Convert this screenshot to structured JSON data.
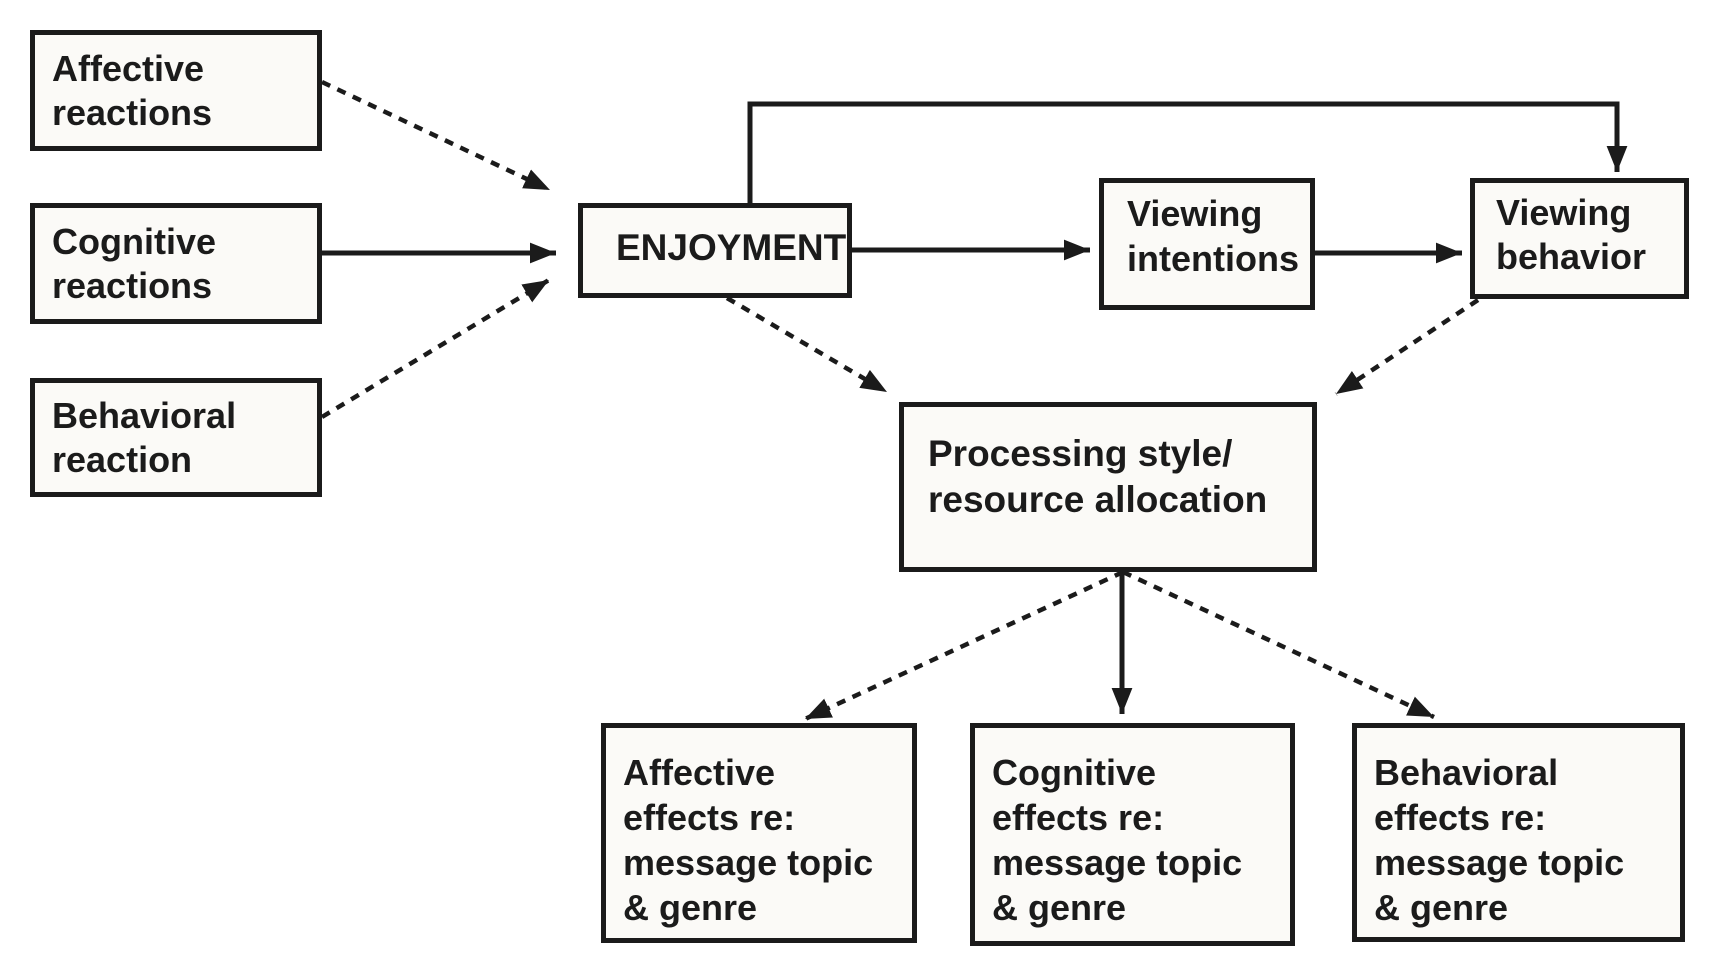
{
  "diagram": {
    "colors": {
      "background": "#ffffff",
      "stroke": "#1b1b1b",
      "box_fill": "#fbfaf7"
    },
    "nodes": {
      "affective_reactions": {
        "label": "Affective reactions",
        "lines": [
          "Affective",
          "reactions"
        ]
      },
      "cognitive_reactions": {
        "label": "Cognitive reactions",
        "lines": [
          "Cognitive",
          "reactions"
        ]
      },
      "behavioral_reaction": {
        "label": "Behavioral reaction",
        "lines": [
          "Behavioral",
          "reaction"
        ]
      },
      "enjoyment": {
        "label": "ENJOYMENT",
        "lines": [
          "ENJOYMENT"
        ]
      },
      "viewing_intentions": {
        "label": "Viewing intentions",
        "lines": [
          "Viewing",
          "intentions"
        ]
      },
      "viewing_behavior": {
        "label": "Viewing behavior",
        "lines": [
          "Viewing",
          "behavior"
        ]
      },
      "processing_style": {
        "label": "Processing style/ resource allocation",
        "lines": [
          "Processing style/",
          "resource allocation"
        ]
      },
      "affective_effects": {
        "label": "Affective effects re: message topic & genre",
        "lines": [
          "Affective",
          "effects re:",
          "message topic",
          "& genre"
        ]
      },
      "cognitive_effects": {
        "label": "Cognitive effects re: message topic & genre",
        "lines": [
          "Cognitive",
          "effects re:",
          "message topic",
          "& genre"
        ]
      },
      "behavioral_effects": {
        "label": "Behavioral effects re: message topic & genre",
        "lines": [
          "Behavioral",
          "effects re:",
          "message topic",
          "& genre"
        ]
      }
    },
    "edges": [
      {
        "from": "affective_reactions",
        "to": "enjoyment",
        "line": "dashed",
        "arrow": "end"
      },
      {
        "from": "cognitive_reactions",
        "to": "enjoyment",
        "line": "solid",
        "arrow": "end"
      },
      {
        "from": "behavioral_reaction",
        "to": "enjoyment",
        "line": "dashed",
        "arrow": "end"
      },
      {
        "from": "enjoyment",
        "to": "viewing_intentions",
        "line": "solid",
        "arrow": "end"
      },
      {
        "from": "viewing_intentions",
        "to": "viewing_behavior",
        "line": "solid",
        "arrow": "end"
      },
      {
        "from": "enjoyment",
        "to": "viewing_behavior",
        "line": "solid",
        "arrow": "end",
        "route": "over-top"
      },
      {
        "from": "enjoyment",
        "to": "processing_style",
        "line": "dashed",
        "arrow": "end"
      },
      {
        "from": "viewing_behavior",
        "to": "processing_style",
        "line": "dashed",
        "arrow": "end"
      },
      {
        "from": "processing_style",
        "to": "affective_effects",
        "line": "dashed",
        "arrow": "end"
      },
      {
        "from": "processing_style",
        "to": "cognitive_effects",
        "line": "solid",
        "arrow": "end"
      },
      {
        "from": "processing_style",
        "to": "behavioral_effects",
        "line": "dashed",
        "arrow": "end"
      }
    ]
  }
}
